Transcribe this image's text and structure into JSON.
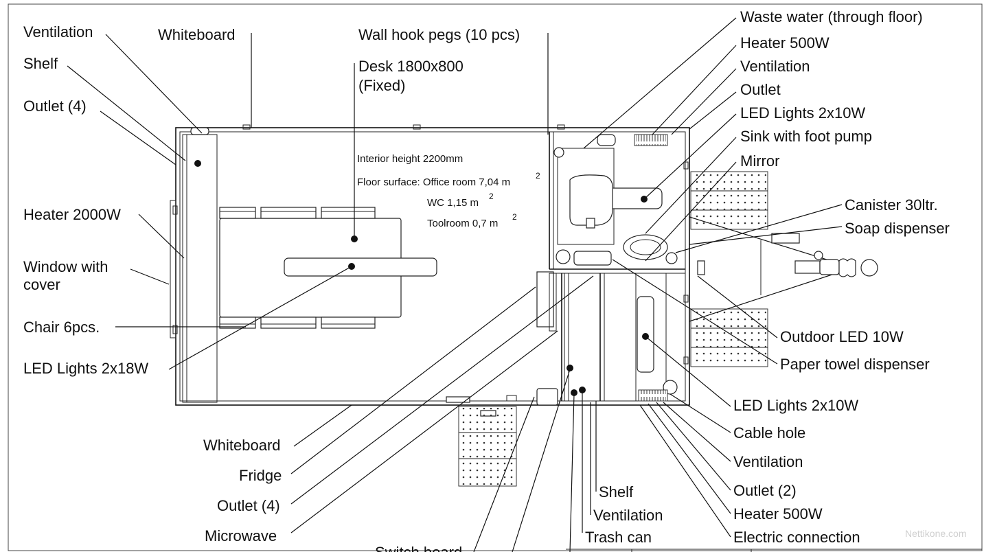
{
  "labels_left": {
    "ventilation": "Ventilation",
    "shelf": "Shelf",
    "outlet4": "Outlet (4)",
    "heater2000": "Heater 2000W",
    "window_line1": "Window with",
    "window_line2": "cover",
    "chair": "Chair 6pcs.",
    "led18": "LED Lights 2x18W"
  },
  "labels_top": {
    "whiteboard": "Whiteboard",
    "wall_hooks": "Wall hook pegs (10 pcs)",
    "desk_line1": "Desk 1800x800",
    "desk_line2": "(Fixed)"
  },
  "labels_right": {
    "waste_water": "Waste water (through floor)",
    "heater500": "Heater 500W",
    "ventilation": "Ventilation",
    "outlet": "Outlet",
    "led10": "LED Lights 2x10W",
    "sink": "Sink with foot pump",
    "mirror": "Mirror",
    "canister": "Canister 30ltr.",
    "soap": "Soap dispenser",
    "outdoor_led": "Outdoor LED 10W",
    "paper_towel": "Paper towel dispenser"
  },
  "labels_bottom_right": {
    "led10": "LED Lights 2x10W",
    "cable_hole": "Cable hole",
    "ventilation": "Ventilation",
    "outlet2": "Outlet (2)",
    "heater500": "Heater 500W",
    "electric": "Electric connection"
  },
  "labels_bottom_mid": {
    "shelf": "Shelf",
    "ventilation": "Ventilation",
    "trash": "Trash can"
  },
  "labels_bottom_left": {
    "whiteboard": "Whiteboard",
    "fridge": "Fridge",
    "outlet4": "Outlet (4)",
    "microwave": "Microwave",
    "switch_board": "Switch board"
  },
  "info": {
    "height": "Interior height 2200mm",
    "floor": "Floor surface: Office room 7,04 m",
    "wc": "WC 1,15 m",
    "toolroom": "Toolroom 0,7 m",
    "sup": "2"
  },
  "watermark": "Nettikone.com"
}
